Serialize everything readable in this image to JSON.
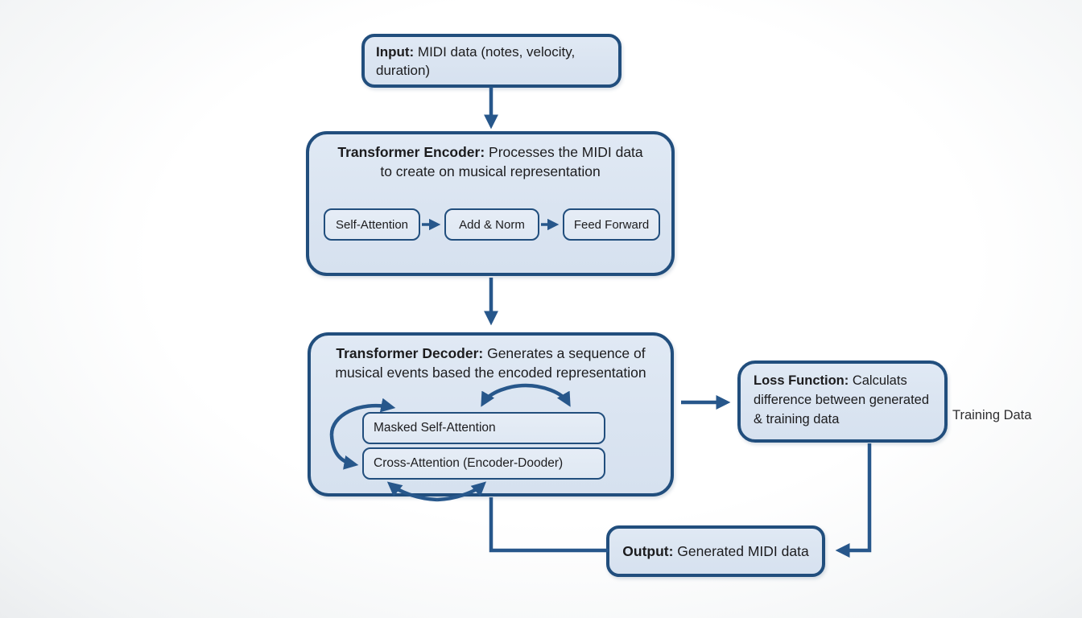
{
  "diagram": {
    "input": {
      "label": "Input:",
      "desc": " MIDI data (notes, velocity, duration)"
    },
    "encoder": {
      "label": "Transformer Encoder:",
      "desc": " Processes the MIDI data to create on musical representation",
      "self_attention": "Self-Attention",
      "add_norm": "Add & Norm",
      "feed_forward": "Feed Forward"
    },
    "decoder": {
      "label": "Transformer Decoder:",
      "desc": " Generates a sequence of musical events based the encoded representation",
      "masked_self_attention": "Masked Self-Attention",
      "cross_attention": "Cross-Attention (Encoder-Dooder)"
    },
    "loss": {
      "label": "Loss Function:",
      "desc": " Calculats difference between generated & training data"
    },
    "training_data_label": "Training Data",
    "output": {
      "label": "Output:",
      "desc": " Generated MIDI data"
    }
  },
  "palette": {
    "node_fill": "#dae4f1",
    "node_border": "#214e7d",
    "arrow_blue": "#27578b",
    "loop_gray": "#9298a0",
    "text": "#1c1c1e",
    "background": "#f6f7f8"
  }
}
